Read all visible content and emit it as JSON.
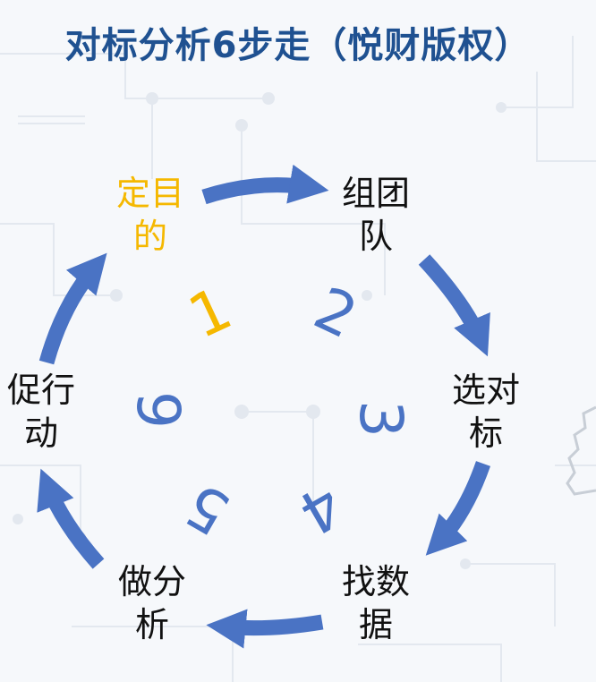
{
  "title": "对标分析6步走（悦财版权）",
  "colors": {
    "title": "#1f5191",
    "arrow": "#4a73c4",
    "highlight": "#f5b800",
    "label": "#111111"
  },
  "steps": [
    {
      "id": "1",
      "line1": "定目",
      "line2": "的",
      "active": true
    },
    {
      "id": "2",
      "line1": "组团",
      "line2": "队",
      "active": false
    },
    {
      "id": "3",
      "line1": "选对",
      "line2": "标",
      "active": false
    },
    {
      "id": "4",
      "line1": "找数",
      "line2": "据",
      "active": false
    },
    {
      "id": "5",
      "line1": "做分",
      "line2": "析",
      "active": false
    },
    {
      "id": "6",
      "line1": "促行",
      "line2": "动",
      "active": false
    }
  ],
  "numbers": [
    "1",
    "2",
    "3",
    "4",
    "5",
    "6"
  ]
}
